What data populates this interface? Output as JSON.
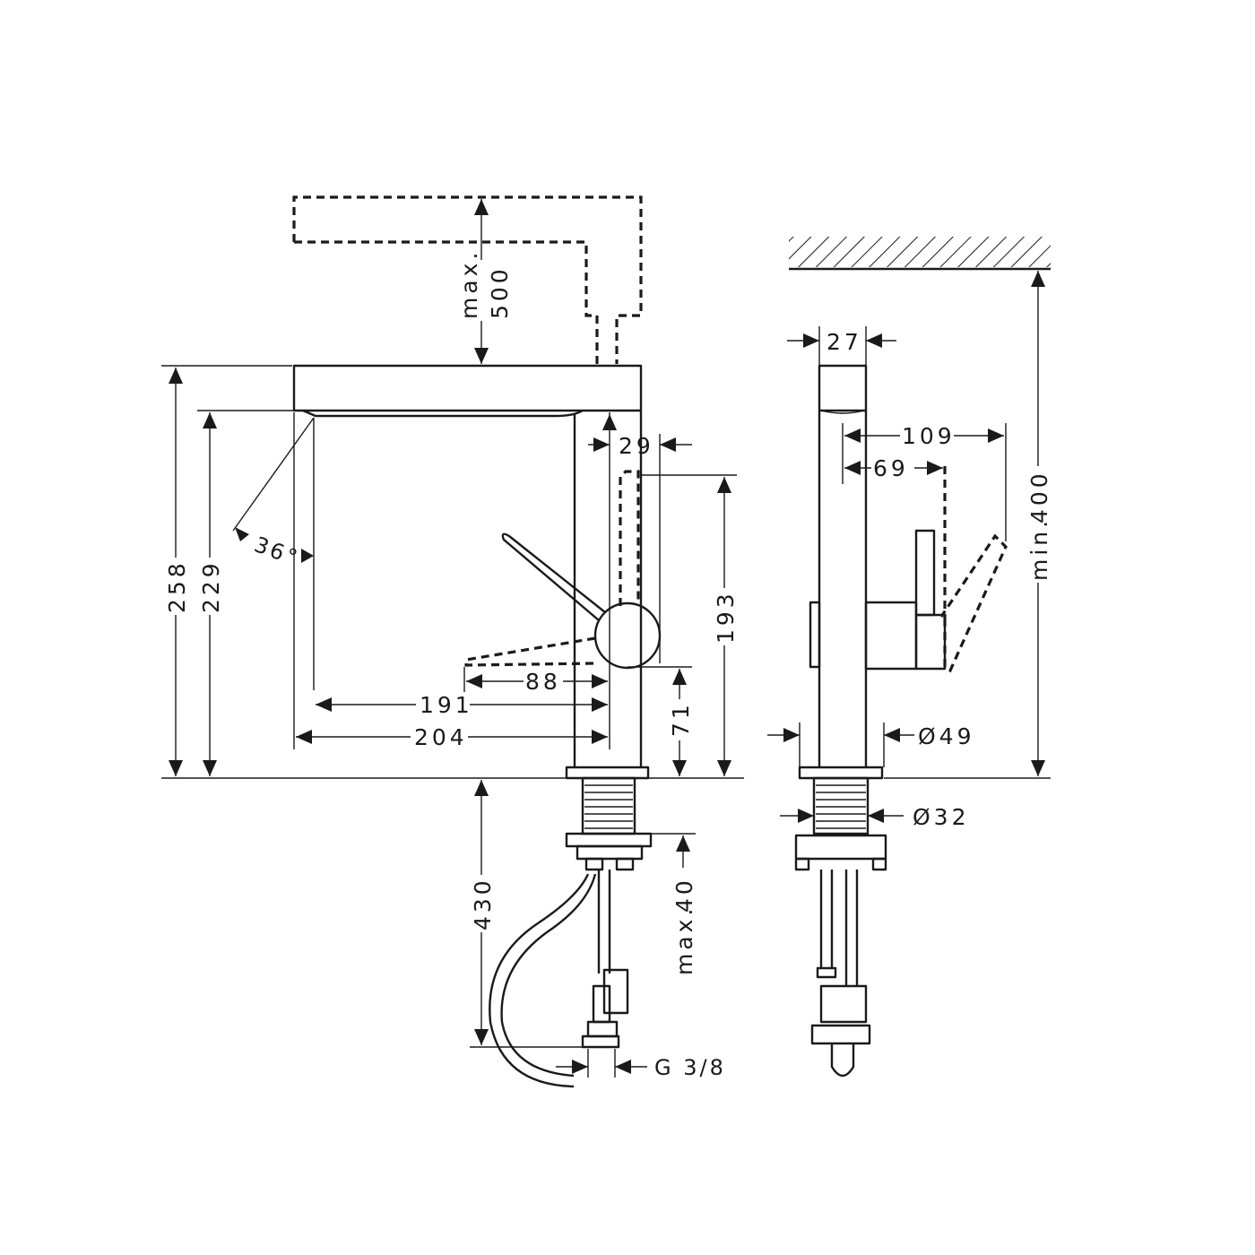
{
  "front_view": {
    "max_clearance_value": "500",
    "max_clearance_prefix": "max.",
    "height_total": "258",
    "height_spout": "229",
    "spout_angle": "36°",
    "spout_reach_inner": "191",
    "spout_reach_outer": "204",
    "handle_reach": "88",
    "handle_offset": "29",
    "handle_height": "193",
    "handle_center_height": "71",
    "hose_length": "430",
    "deck_thickness_value": "40",
    "deck_thickness_prefix": "max.",
    "connection_thread": "G 3/8"
  },
  "side_view": {
    "spout_width": "27",
    "handle_reach_open": "109",
    "handle_reach_closed": "69",
    "wall_clearance_prefix": "min.",
    "wall_clearance_value": "400",
    "body_diameter": "Ø49",
    "shank_diameter": "Ø32"
  }
}
